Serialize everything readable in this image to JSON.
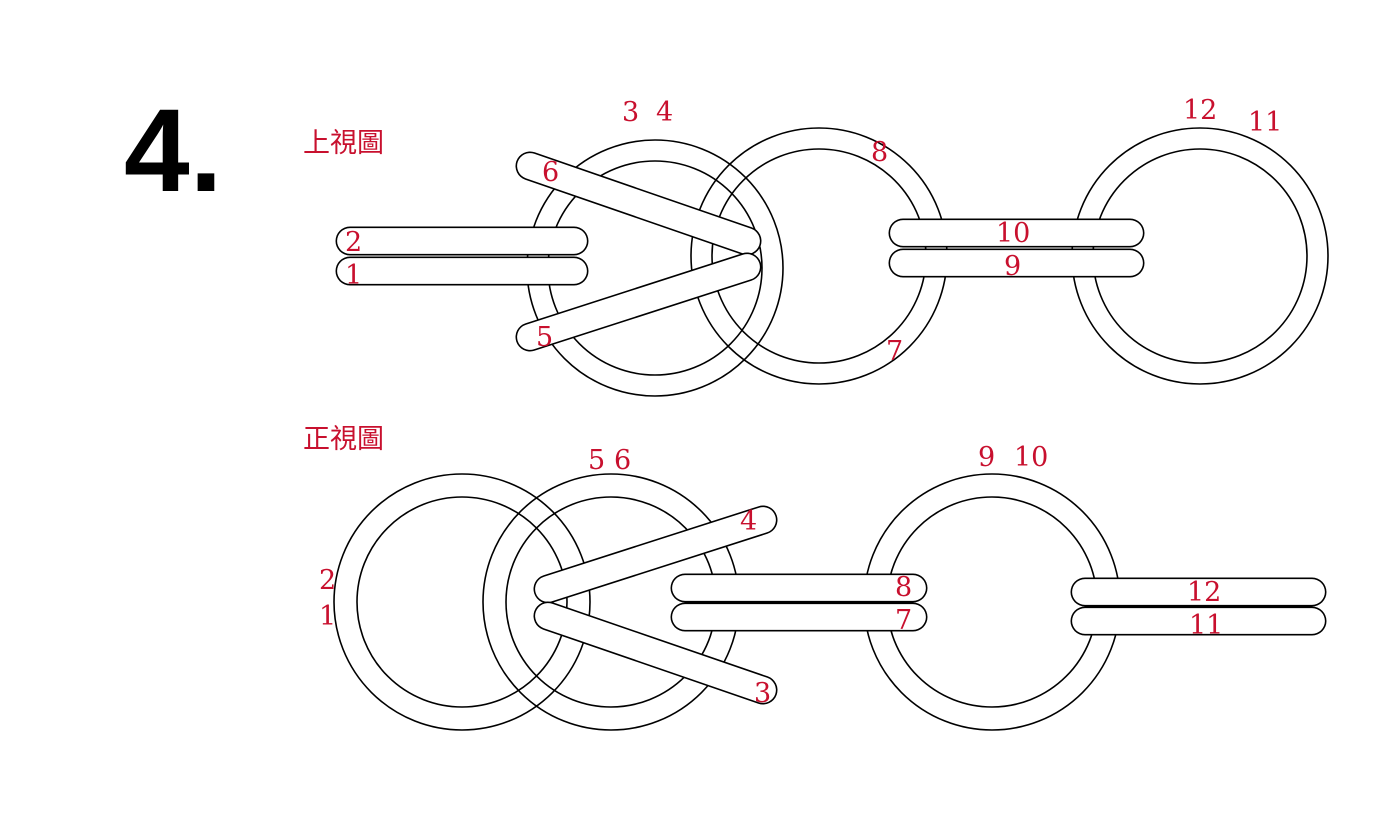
{
  "page": {
    "step_number": "4."
  },
  "colors": {
    "stroke": "#000000",
    "label": "#c8102e",
    "fill": "#ffffff"
  },
  "views": [
    {
      "id": "top",
      "title": "上視圖",
      "labels": [
        "1",
        "2",
        "3",
        "4",
        "5",
        "6",
        "7",
        "8",
        "9",
        "10",
        "11",
        "12"
      ]
    },
    {
      "id": "front",
      "title": "正視圖",
      "labels": [
        "1",
        "2",
        "3",
        "4",
        "5",
        "6",
        "7",
        "8",
        "9",
        "10",
        "11",
        "12"
      ]
    }
  ]
}
